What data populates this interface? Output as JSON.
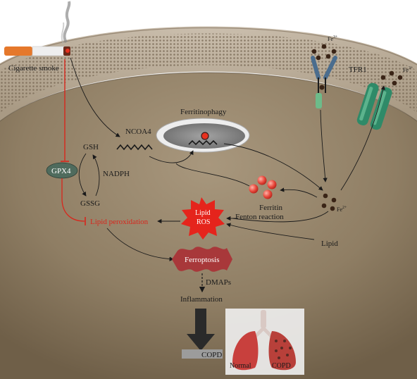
{
  "labels": {
    "cigarette_smoke": "Cigarette smoke",
    "fe3_top": "Fe",
    "fe3_top_sup": "3+",
    "fe3_right": "Fe",
    "fe3_right_sup": "3+",
    "tfr1": "TFR1",
    "ferritinophagy": "Ferritinophagy",
    "ncoa4": "NCOA4",
    "gsh": "GSH",
    "nadph": "NADPH",
    "gssg": "GSSG",
    "gpx4": "GPX4",
    "ferritin": "Ferritin",
    "fe2": "Fe",
    "fe2_sup": "2+",
    "lipid_ros_line1": "Lipid",
    "lipid_ros_line2": "ROS",
    "fenton_reaction": "Fenton reaction",
    "lipid_peroxidation": "Lipid peroxidation",
    "lipid": "Lipid",
    "ferroptosis": "Ferroptosis",
    "dmaps": "DMAPs",
    "inflammation": "Inflammation",
    "copd_bar": "COPD",
    "lung_normal": "Normal",
    "lung_copd": "COPD"
  },
  "colors": {
    "cytoplasm": "#8b7a62",
    "membrane_outer": "#b7a893",
    "membrane_dots": "#6e5f4c",
    "inhibition_red": "#d8261c",
    "gpx4_fill": "#4f6b5d",
    "ros_fill": "#e5241c",
    "ferroptosis_fill": "#a8383a",
    "iron_dark": "#3a2416",
    "ferritin_red": "#e8483c",
    "tfr1_green": "#6dbb8a",
    "channel_green": "#2f8a68",
    "copd_bar": "#9c9c9c",
    "big_arrow": "#2a2a2a",
    "lung_red": "#c8403d"
  },
  "icons": [
    "cigarette-icon",
    "smoke-icon",
    "tfr1-receptor-icon",
    "ion-channel-icon",
    "autophagosome-icon",
    "lungs-icon"
  ]
}
